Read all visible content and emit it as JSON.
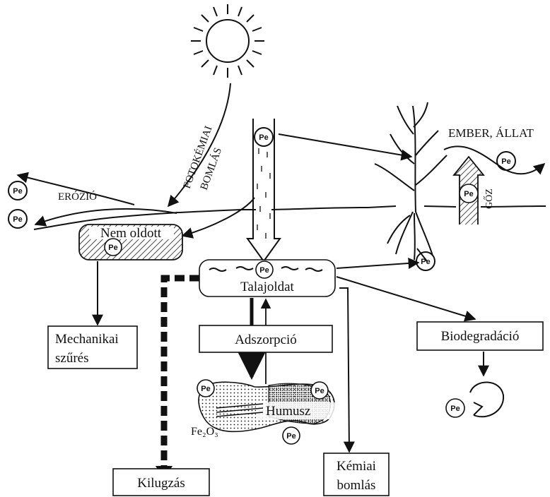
{
  "labels": {
    "erozio": "ERÓZIÓ",
    "fotokemiai": "FOTOKÉMIAI",
    "bomlas": "BOMLÁS",
    "ember_allat": "EMBER, ÁLLAT",
    "goz": "GŐZ",
    "nem_oldott": "Nem oldott",
    "talajoldat": "Talajoldat",
    "mechanikai_1": "Mechanikai",
    "mechanikai_2": "szűrés",
    "adszorpcio": "Adszorpció",
    "biodegradacio": "Biodegradáció",
    "humusz": "Humusz",
    "fe2o3": "Fe₂O₃",
    "kemiai_1": "Kémiai",
    "kemiai_2": "bomlás",
    "kilugzas": "Kilugzás"
  },
  "pe_badge": "Pe",
  "colors": {
    "ink": "#111111",
    "paper": "#ffffff"
  }
}
